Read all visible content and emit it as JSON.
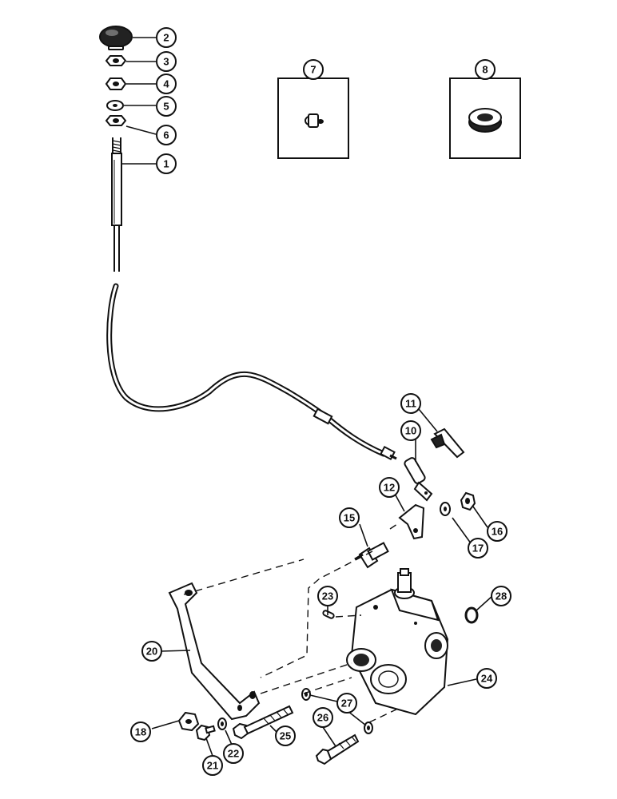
{
  "callouts": {
    "c1": "1",
    "c2": "2",
    "c3": "3",
    "c4": "4",
    "c5": "5",
    "c6": "6",
    "c7": "7",
    "c8": "8",
    "c10": "10",
    "c11": "11",
    "c12": "12",
    "c15": "15",
    "c16": "16",
    "c17": "17",
    "c18": "18",
    "c20": "20",
    "c21": "21",
    "c22": "22",
    "c23": "23",
    "c24": "24",
    "c25": "25",
    "c26": "26",
    "c27": "27",
    "c28": "28"
  }
}
